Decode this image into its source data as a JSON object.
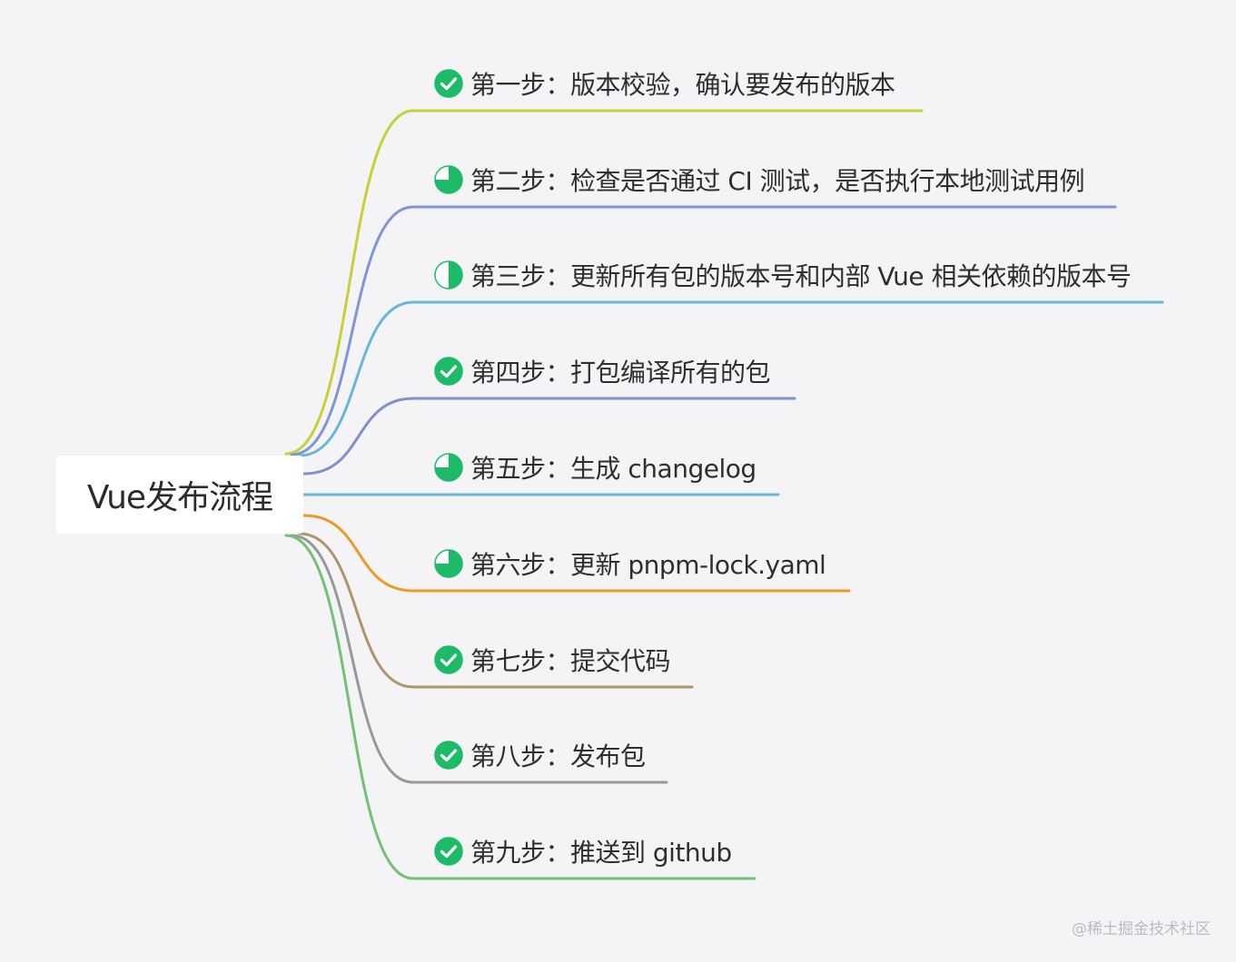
{
  "root": {
    "label": "Vue发布流程"
  },
  "branches": [
    {
      "label": "第一步：版本校验，确认要发布的版本",
      "status": "complete",
      "color": "#c8d038"
    },
    {
      "label": "第二步：检查是否通过 CI 测试，是否执行本地测试用例",
      "status": "three-quarter",
      "color": "#7f96d6"
    },
    {
      "label": "第三步：更新所有包的版本号和内部 Vue 相关依赖的版本号",
      "status": "half",
      "color": "#67b8d8"
    },
    {
      "label": "第四步：打包编译所有的包",
      "status": "complete",
      "color": "#7f8fd0"
    },
    {
      "label": "第五步：生成 changelog",
      "status": "three-quarter",
      "color": "#6bb5d6"
    },
    {
      "label": "第六步：更新 pnpm-lock.yaml",
      "status": "three-quarter",
      "color": "#ec9a24"
    },
    {
      "label": "第七步：提交代码",
      "status": "complete",
      "color": "#b0946a"
    },
    {
      "label": "第八步：发布包",
      "status": "complete",
      "color": "#999999"
    },
    {
      "label": "第九步：推送到 github",
      "status": "complete",
      "color": "#74c076"
    }
  ],
  "watermark": "@稀土掘金技术社区"
}
